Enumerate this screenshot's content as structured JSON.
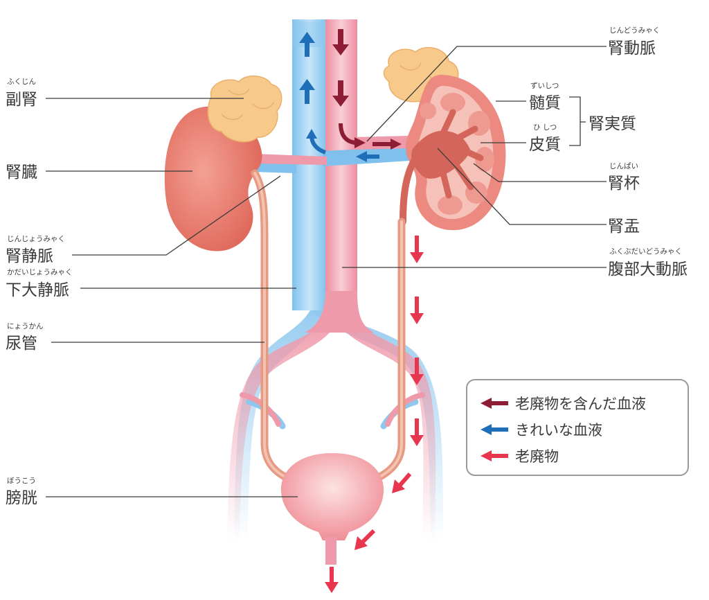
{
  "labels": {
    "adrenal": {
      "text": "副腎",
      "ruby": "ふくじん"
    },
    "kidney": {
      "text": "腎臓",
      "ruby": ""
    },
    "renal_vein": {
      "text": "腎静脈",
      "ruby": "じんじょうみゃく"
    },
    "ivc": {
      "text": "下大静脈",
      "ruby": "かだいじょうみゃく"
    },
    "ureter": {
      "text": "尿管",
      "ruby": "にょうかん"
    },
    "bladder": {
      "text": "膀胱",
      "ruby": "ぼうこう"
    },
    "renal_artery": {
      "text": "腎動脈",
      "ruby": "じんどうみゃく"
    },
    "medulla": {
      "text": "髄質",
      "ruby": "ずいしつ"
    },
    "cortex": {
      "text": "皮質",
      "ruby": "ひ しつ"
    },
    "parenchyma": {
      "text": "腎実質",
      "ruby": ""
    },
    "calyx": {
      "text": "腎杯",
      "ruby": "じんぱい"
    },
    "pelvis": {
      "text": "腎盂",
      "ruby": ""
    },
    "aorta": {
      "text": "腹部大動脈",
      "ruby": "ふくぶだいどうみゃく"
    }
  },
  "legend": [
    {
      "label": "老廃物を含んだ血液",
      "color": "#8c1d35"
    },
    {
      "label": "きれいな血液",
      "color": "#1f6fb8"
    },
    {
      "label": "老廃物",
      "color": "#e8364f"
    }
  ],
  "colors": {
    "vein": "#8ec8ee",
    "artery": "#ef9aab",
    "kidney": "#e9786c",
    "adrenal": "#f7c98a",
    "ureter": "#e79a82",
    "bladder": "#f3a1a6"
  }
}
